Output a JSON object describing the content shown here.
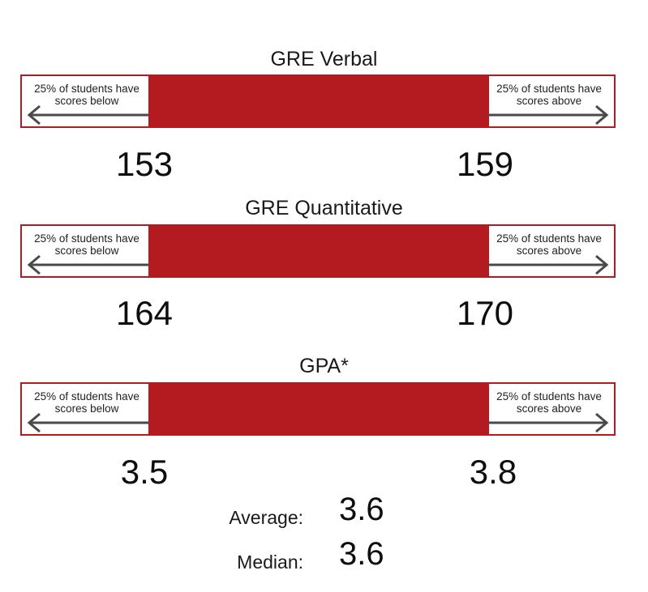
{
  "chart_data": [
    {
      "type": "bar",
      "title": "GRE Verbal",
      "left_label": "25% of students have scores below",
      "right_label": "25% of students have scores above",
      "range": [
        153,
        159
      ],
      "range_labels": [
        "153",
        "159"
      ]
    },
    {
      "type": "bar",
      "title": "GRE Quantitative",
      "left_label": "25% of students have scores below",
      "right_label": "25% of students have scores above",
      "range": [
        164,
        170
      ],
      "range_labels": [
        "164",
        "170"
      ]
    },
    {
      "type": "bar",
      "title": "GPA*",
      "left_label": "25% of students have scores below",
      "right_label": "25% of students have scores above",
      "range": [
        3.5,
        3.8
      ],
      "range_labels": [
        "3.5",
        "3.8"
      ]
    }
  ],
  "stats": {
    "average_label": "Average:",
    "average_value": "3.6",
    "median_label": "Median:",
    "median_value": "3.6"
  },
  "colors": {
    "accent": "#b31b21",
    "text": "#111111"
  }
}
